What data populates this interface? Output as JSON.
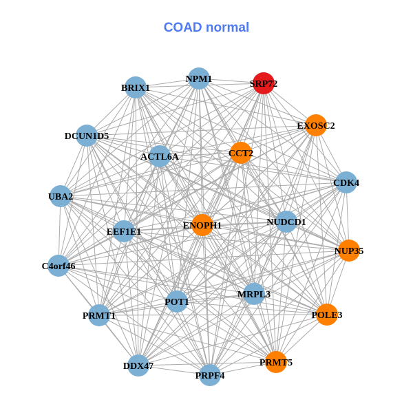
{
  "title": "COAD normal",
  "colors": {
    "normal": "#7BAFD4",
    "highlight": "#E41A1C",
    "related": "#FF7F00",
    "edge": "#AAAAAA"
  },
  "nodes": [
    {
      "id": "SRP72",
      "group": "highlight"
    },
    {
      "id": "NPM1",
      "group": "normal"
    },
    {
      "id": "BRIX1",
      "group": "normal"
    },
    {
      "id": "EXOSC2",
      "group": "related"
    },
    {
      "id": "DCUN1D5",
      "group": "normal"
    },
    {
      "id": "ACTL6A",
      "group": "normal"
    },
    {
      "id": "CCT2",
      "group": "related"
    },
    {
      "id": "CDK4",
      "group": "normal"
    },
    {
      "id": "UBA2",
      "group": "normal"
    },
    {
      "id": "NUDCD1",
      "group": "normal"
    },
    {
      "id": "ENOPH1",
      "group": "related"
    },
    {
      "id": "EEF1E1",
      "group": "normal"
    },
    {
      "id": "NUP35",
      "group": "related"
    },
    {
      "id": "C4orf46",
      "group": "normal"
    },
    {
      "id": "MRPL3",
      "group": "normal"
    },
    {
      "id": "POT1",
      "group": "normal"
    },
    {
      "id": "POLE3",
      "group": "related"
    },
    {
      "id": "PRMT1",
      "group": "normal"
    },
    {
      "id": "PRMT5",
      "group": "related"
    },
    {
      "id": "DDX47",
      "group": "normal"
    },
    {
      "id": "PRPF4",
      "group": "normal"
    }
  ],
  "edges": "all-pairs"
}
